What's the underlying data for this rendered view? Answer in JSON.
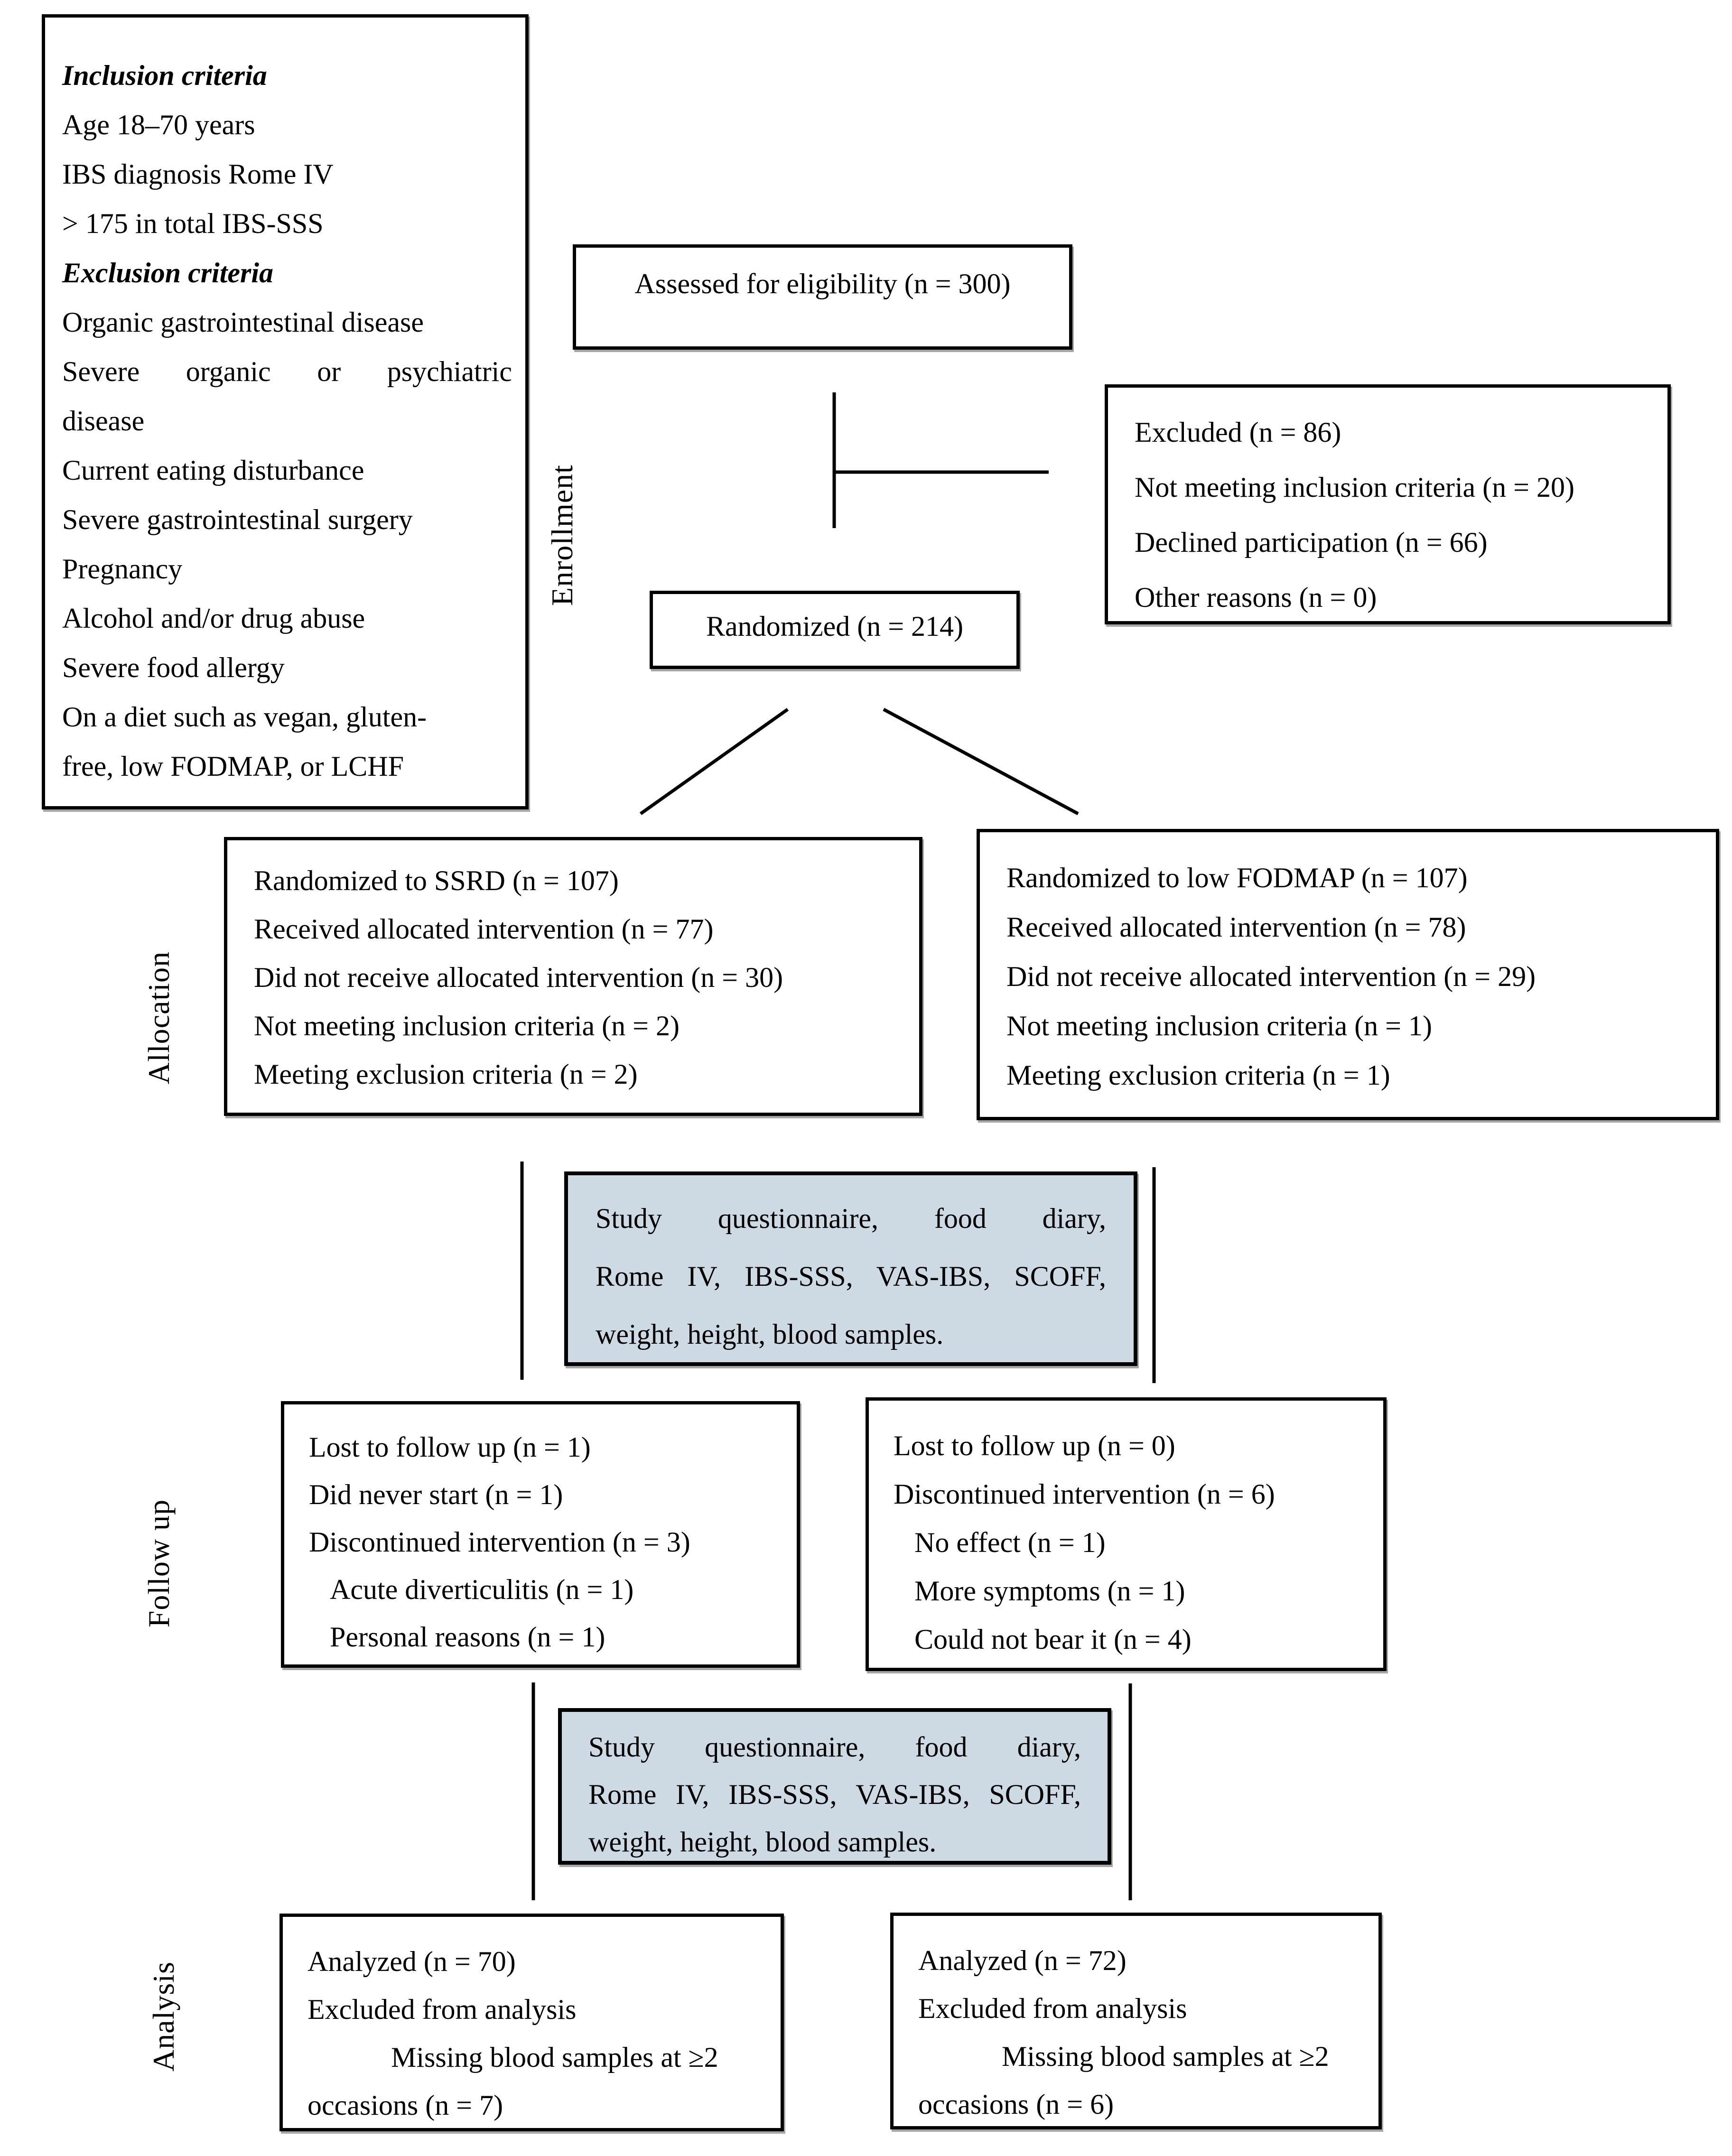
{
  "figure": {
    "stage_labels": {
      "enrollment": "Enrollment",
      "allocation": "Allocation",
      "follow_up": "Follow up",
      "analysis": "Analysis"
    },
    "colors": {
      "note_box_fill": "#cdd9e3",
      "box_border": "#000000",
      "connector": "#000000",
      "background": "#ffffff"
    },
    "boxes": {
      "criteria": {
        "lines": [
          "Inclusion criteria",
          "Age 18–70 years",
          "IBS diagnosis Rome IV",
          "> 175 in total IBS-SSS",
          "Exclusion criteria",
          "Organic gastrointestinal disease",
          "Severe organic or psychiatric",
          "disease",
          "Current eating disturbance",
          "Severe gastrointestinal surgery",
          "Pregnancy",
          "Alcohol and/or drug abuse",
          "Severe food allergy",
          "On a diet such as vegan, gluten-",
          "free, low FODMAP, or LCHF"
        ]
      },
      "assessed": {
        "label": "Assessed for eligibility (n = 300)"
      },
      "excluded": {
        "lines": [
          "Excluded (n = 86)",
          "Not meeting inclusion criteria (n = 20)",
          "Declined participation (n = 66)",
          "Other reasons (n = 0)"
        ]
      },
      "randomized": {
        "label": "Randomized (n = 214)"
      },
      "allocation_ssrd": {
        "lines": [
          "Randomized to SSRD (n = 107)",
          "Received allocated intervention (n = 77)",
          "Did not receive allocated intervention (n = 30)",
          "Not meeting inclusion criteria (n = 2)",
          "Meeting exclusion criteria (n = 2)"
        ]
      },
      "allocation_fodmap": {
        "lines": [
          "Randomized to low FODMAP (n = 107)",
          "Received allocated intervention (n = 78)",
          "Did not receive allocated intervention (n = 29)",
          "Not meeting inclusion criteria (n = 1)",
          "Meeting exclusion criteria (n = 1)"
        ]
      },
      "assessments": {
        "lines": [
          "Study questionnaire, food diary,",
          "Rome IV, IBS-SSS, VAS-IBS, SCOFF,",
          "weight, height, blood samples."
        ]
      },
      "follow_up_ssrd": {
        "lines": [
          "Lost to follow up (n = 1)",
          "Did never start (n = 1)",
          "Discontinued intervention (n = 3)",
          "Acute diverticulitis (n = 1)",
          "Personal reasons (n = 1)"
        ]
      },
      "follow_up_fodmap": {
        "lines": [
          "Lost to follow up (n = 0)",
          "Discontinued intervention (n = 6)",
          "No effect (n = 1)",
          "More symptoms (n = 1)",
          "Could not bear it (n = 4)"
        ]
      },
      "analysis_ssrd": {
        "lines": [
          "Analyzed (n = 70)",
          "Excluded from analysis",
          "Missing blood samples at ≥2",
          "occasions (n = 7)"
        ]
      },
      "analysis_fodmap": {
        "lines": [
          "Analyzed (n = 72)",
          "Excluded from analysis",
          "Missing blood samples at ≥2",
          "occasions (n = 6)"
        ]
      }
    }
  }
}
